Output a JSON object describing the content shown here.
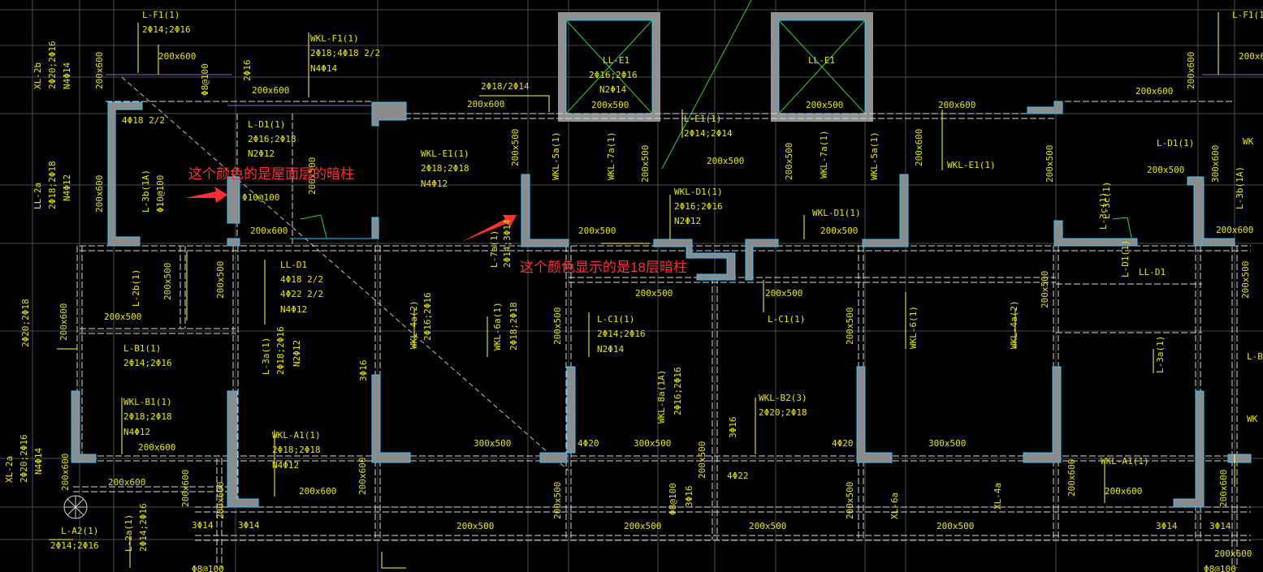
{
  "drawing": {
    "background": "#000000",
    "colors": {
      "grid": "#5a5a5a",
      "beam": "#d0d0d0",
      "beam_line": "#ffff40",
      "column": "#909090",
      "column_edge": "#2ec7ff",
      "text": "#e6e600",
      "text_orange": "#f0a020",
      "leader": "#ffff40",
      "green": "#30d030",
      "note": "#ff3030"
    }
  },
  "annotations": [
    {
      "text": "这个颜色的是屋面层的暗柱"
    },
    {
      "text": "这个颜色显示的是18层暗柱"
    }
  ],
  "labels": [
    {
      "id": "l1",
      "text": "L-F1(1)",
      "color": "text"
    },
    {
      "id": "l2",
      "text": "2Φ14;2Φ16",
      "color": "text"
    },
    {
      "id": "l3",
      "text": "200x600",
      "color": "text"
    },
    {
      "id": "l4",
      "text": "WKL-F1(1)",
      "color": "text"
    },
    {
      "id": "l5",
      "text": "2Φ18;4Φ18 2/2",
      "color": "text"
    },
    {
      "id": "l6",
      "text": "N4Φ14",
      "color": "text"
    },
    {
      "id": "l7",
      "text": "XL-2b",
      "color": "text"
    },
    {
      "id": "l8",
      "text": "2Φ20;2Φ16",
      "color": "text"
    },
    {
      "id": "l9",
      "text": "N4Φ14",
      "color": "text"
    },
    {
      "id": "l10",
      "text": "200x600",
      "color": "text"
    },
    {
      "id": "l11",
      "text": "Φ8@100",
      "color": "text"
    },
    {
      "id": "l12",
      "text": "2Φ16",
      "color": "text"
    },
    {
      "id": "l13",
      "text": "200x600",
      "color": "text"
    },
    {
      "id": "l14",
      "text": "4Φ18 2/2",
      "color": "text"
    },
    {
      "id": "l15",
      "text": "L-D1(1)",
      "color": "text"
    },
    {
      "id": "l16",
      "text": "2Φ16;2Φ18",
      "color": "text"
    },
    {
      "id": "l17",
      "text": "N2Φ12",
      "color": "text"
    },
    {
      "id": "l18",
      "text": "200x500",
      "color": "text"
    },
    {
      "id": "l19",
      "text": "2Φ18/2Φ14",
      "color": "text"
    },
    {
      "id": "l20",
      "text": "200x600",
      "color": "text"
    },
    {
      "id": "l21",
      "text": "LL-E1",
      "color": "text"
    },
    {
      "id": "l22",
      "text": "2Φ16;2Φ16",
      "color": "text"
    },
    {
      "id": "l23",
      "text": "N2Φ14",
      "color": "text"
    },
    {
      "id": "l24",
      "text": "200x500",
      "color": "text"
    },
    {
      "id": "l25",
      "text": "LL-E1",
      "color": "text"
    },
    {
      "id": "l26",
      "text": "200x500",
      "color": "text"
    },
    {
      "id": "l27",
      "text": "200x600",
      "color": "text"
    },
    {
      "id": "l28",
      "text": "L-E1(1)",
      "color": "text"
    },
    {
      "id": "l29",
      "text": "2Φ14;2Φ14",
      "color": "text"
    },
    {
      "id": "l30",
      "text": "200x500",
      "color": "text"
    },
    {
      "id": "l31",
      "text": "WKL-E1(1)",
      "color": "text"
    },
    {
      "id": "l32",
      "text": "2Φ18;2Φ18",
      "color": "text"
    },
    {
      "id": "l33",
      "text": "N4Φ12",
      "color": "text"
    },
    {
      "id": "l34",
      "text": "WKL-E1(1)",
      "color": "text"
    },
    {
      "id": "l35",
      "text": "LL-2a",
      "color": "text"
    },
    {
      "id": "l36",
      "text": "2Φ18;2Φ18",
      "color": "text"
    },
    {
      "id": "l37",
      "text": "N4Φ12",
      "color": "text"
    },
    {
      "id": "l38",
      "text": "200x600",
      "color": "text"
    },
    {
      "id": "l39",
      "text": "L-3b(1A)",
      "color": "text"
    },
    {
      "id": "l40",
      "text": "Φ10@100",
      "color": "text"
    },
    {
      "id": "l41",
      "text": "Φ10@100",
      "color": "text"
    },
    {
      "id": "l42",
      "text": "200x600",
      "color": "text"
    },
    {
      "id": "l43",
      "text": "200x500",
      "color": "text"
    },
    {
      "id": "l44",
      "text": "WKL-5a(1)",
      "color": "text"
    },
    {
      "id": "l45",
      "text": "WKL-7a(1)",
      "color": "text"
    },
    {
      "id": "l46",
      "text": "200x500",
      "color": "text"
    },
    {
      "id": "l47",
      "text": "WKL-D1(1)",
      "color": "text"
    },
    {
      "id": "l48",
      "text": "2Φ16;2Φ16",
      "color": "text"
    },
    {
      "id": "l49",
      "text": "N2Φ12",
      "color": "text"
    },
    {
      "id": "l50",
      "text": "200x500",
      "color": "text"
    },
    {
      "id": "l51",
      "text": "WKL-D1(1)",
      "color": "text"
    },
    {
      "id": "l52",
      "text": "200x500",
      "color": "text"
    },
    {
      "id": "l53",
      "text": "WKL-7a(1)",
      "color": "text"
    },
    {
      "id": "l54",
      "text": "WKL-5a(1)",
      "color": "text"
    },
    {
      "id": "l55",
      "text": "200x500",
      "color": "text"
    },
    {
      "id": "l56",
      "text": "L-D1(1)",
      "color": "text"
    },
    {
      "id": "l57",
      "text": "200x500",
      "color": "text"
    },
    {
      "id": "l58",
      "text": "200x600",
      "color": "text"
    },
    {
      "id": "l59",
      "text": "L-3c(1)",
      "color": "text"
    },
    {
      "id": "l60",
      "text": "L-7a(1)",
      "color": "text"
    },
    {
      "id": "l61",
      "text": "2Φ14;3Φ14",
      "color": "text"
    },
    {
      "id": "l62",
      "text": "LL-D1",
      "color": "text"
    },
    {
      "id": "l63",
      "text": "4Φ18 2/2",
      "color": "text"
    },
    {
      "id": "l64",
      "text": "4Φ22 2/2",
      "color": "text"
    },
    {
      "id": "l65",
      "text": "N4Φ12",
      "color": "text"
    },
    {
      "id": "l66",
      "text": "200x500",
      "color": "text"
    },
    {
      "id": "l67",
      "text": "200x500",
      "color": "text"
    },
    {
      "id": "l68",
      "text": "L-2b(1)",
      "color": "text"
    },
    {
      "id": "l69",
      "text": "2Φ20;2Φ18",
      "color": "text"
    },
    {
      "id": "l70",
      "text": "200x600",
      "color": "text"
    },
    {
      "id": "l71",
      "text": "200x500",
      "color": "text"
    },
    {
      "id": "l72",
      "text": "L-B1(1)",
      "color": "text"
    },
    {
      "id": "l73",
      "text": "2Φ14;2Φ16",
      "color": "text"
    },
    {
      "id": "l74",
      "text": "WKL-B1(1)",
      "color": "text"
    },
    {
      "id": "l75",
      "text": "2Φ18;2Φ18",
      "color": "text"
    },
    {
      "id": "l76",
      "text": "N4Φ12",
      "color": "text"
    },
    {
      "id": "l77",
      "text": "200x600",
      "color": "text"
    },
    {
      "id": "l78",
      "text": "L-3a(1)",
      "color": "text"
    },
    {
      "id": "l79",
      "text": "2Φ18;2Φ16",
      "color": "text"
    },
    {
      "id": "l80",
      "text": "N2Φ12",
      "color": "text"
    },
    {
      "id": "l81",
      "text": "WKL-A1(1)",
      "color": "text"
    },
    {
      "id": "l82",
      "text": "2Φ18;2Φ18",
      "color": "text"
    },
    {
      "id": "l83",
      "text": "N4Φ12",
      "color": "text"
    },
    {
      "id": "l84",
      "text": "200x600",
      "color": "text"
    },
    {
      "id": "l85",
      "text": "WKL-4a(2)",
      "color": "text"
    },
    {
      "id": "l86",
      "text": "2Φ16;2Φ16",
      "color": "text"
    },
    {
      "id": "l87",
      "text": "3Φ16",
      "color": "text"
    },
    {
      "id": "l88",
      "text": "WKL-6a(1)",
      "color": "text"
    },
    {
      "id": "l89",
      "text": "2Φ18;2Φ18",
      "color": "text"
    },
    {
      "id": "l90",
      "text": "200x500",
      "color": "text"
    },
    {
      "id": "l91",
      "text": "L-C1(1)",
      "color": "text"
    },
    {
      "id": "l92",
      "text": "2Φ14;2Φ16",
      "color": "text"
    },
    {
      "id": "l93",
      "text": "N2Φ14",
      "color": "text"
    },
    {
      "id": "l94",
      "text": "200x500",
      "color": "text"
    },
    {
      "id": "l95",
      "text": "WKL-8a(1A)",
      "color": "text"
    },
    {
      "id": "l96",
      "text": "2Φ16;2Φ16",
      "color": "text"
    },
    {
      "id": "l97",
      "text": "WKL-B2(3)",
      "color": "text"
    },
    {
      "id": "l98",
      "text": "2Φ20;2Φ18",
      "color": "text"
    },
    {
      "id": "l99",
      "text": "3Φ16",
      "color": "text"
    },
    {
      "id": "l100",
      "text": "L-C1(1)",
      "color": "text"
    },
    {
      "id": "l101",
      "text": "200x500",
      "color": "text"
    },
    {
      "id": "l102",
      "text": "WKL-6(1)",
      "color": "text"
    },
    {
      "id": "l103",
      "text": "WKL-4a(2)",
      "color": "text"
    },
    {
      "id": "l104",
      "text": "200x500",
      "color": "text"
    },
    {
      "id": "l105",
      "text": "300x500",
      "color": "text"
    },
    {
      "id": "l106",
      "text": "4Φ20",
      "color": "text"
    },
    {
      "id": "l107",
      "text": "300x500",
      "color": "text"
    },
    {
      "id": "l108",
      "text": "4Φ20",
      "color": "text"
    },
    {
      "id": "l109",
      "text": "300x500",
      "color": "text"
    },
    {
      "id": "l110",
      "text": "4Φ22",
      "color": "text"
    },
    {
      "id": "l111",
      "text": "200x600",
      "color": "text"
    },
    {
      "id": "l112",
      "text": "XL-2a",
      "color": "text"
    },
    {
      "id": "l113",
      "text": "2Φ20;2Φ16",
      "color": "text"
    },
    {
      "id": "l114",
      "text": "N4Φ14",
      "color": "text"
    },
    {
      "id": "l115",
      "text": "200x600",
      "color": "text"
    },
    {
      "id": "l116",
      "text": "200x600",
      "color": "text"
    },
    {
      "id": "l117",
      "text": "L-A2(1)",
      "color": "text"
    },
    {
      "id": "l118",
      "text": "2Φ14;2Φ16",
      "color": "text"
    },
    {
      "id": "l119",
      "text": "L-2a(1)",
      "color": "text"
    },
    {
      "id": "l120",
      "text": "2Φ14;2Φ16",
      "color": "text"
    },
    {
      "id": "l121",
      "text": "3Φ14",
      "color": "text"
    },
    {
      "id": "l122",
      "text": "3Φ14",
      "color": "text"
    },
    {
      "id": "l123",
      "text": "200x600",
      "color": "text"
    },
    {
      "id": "l124",
      "text": "200x600",
      "color": "text"
    },
    {
      "id": "l125",
      "text": "Φ8@100",
      "color": "text"
    },
    {
      "id": "l126",
      "text": "200x500",
      "color": "text"
    },
    {
      "id": "l127",
      "text": "200x500",
      "color": "text"
    },
    {
      "id": "l128",
      "text": "200x500",
      "color": "text"
    },
    {
      "id": "l129",
      "text": "Φ8@100",
      "color": "text"
    },
    {
      "id": "l130",
      "text": "3Φ16",
      "color": "text"
    },
    {
      "id": "l131",
      "text": "200x500",
      "color": "text"
    },
    {
      "id": "l132",
      "text": "200x500",
      "color": "text"
    },
    {
      "id": "l133",
      "text": "XL-6a",
      "color": "text"
    },
    {
      "id": "l134",
      "text": "XL-4a",
      "color": "text"
    },
    {
      "id": "l135",
      "text": "200x500",
      "color": "text"
    },
    {
      "id": "l136",
      "text": "200x500",
      "color": "text"
    },
    {
      "id": "l137",
      "text": "200x600",
      "color": "text"
    },
    {
      "id": "l138",
      "text": "WKL-A1(1)",
      "color": "text"
    },
    {
      "id": "l139",
      "text": "200x600",
      "color": "text"
    },
    {
      "id": "l140",
      "text": "200x600",
      "color": "text"
    },
    {
      "id": "l141",
      "text": "3Φ14",
      "color": "text"
    },
    {
      "id": "l142",
      "text": "3Φ14",
      "color": "text"
    },
    {
      "id": "l143",
      "text": "200x600",
      "color": "text"
    },
    {
      "id": "l144",
      "text": "Φ8@100",
      "color": "text"
    },
    {
      "id": "l145",
      "text": "L-3a(1)",
      "color": "text"
    },
    {
      "id": "l146",
      "text": "LL-D1",
      "color": "text"
    },
    {
      "id": "l147",
      "text": "200x500",
      "color": "text"
    },
    {
      "id": "l148",
      "text": "200x500",
      "color": "text"
    },
    {
      "id": "l149",
      "text": "L-D1(1)",
      "color": "text"
    },
    {
      "id": "l150",
      "text": "200x500",
      "color": "text"
    },
    {
      "id": "l151",
      "text": "200x600",
      "color": "text"
    },
    {
      "id": "l152",
      "text": "L-3c(1)",
      "color": "text"
    },
    {
      "id": "l153",
      "text": "L-3b(1A)",
      "color": "text"
    },
    {
      "id": "l154",
      "text": "300x600",
      "color": "text"
    },
    {
      "id": "l155",
      "text": "L-F1(1)",
      "color": "text"
    },
    {
      "id": "l156",
      "text": "200x600",
      "color": "text"
    },
    {
      "id": "l157",
      "text": "200x600",
      "color": "text"
    },
    {
      "id": "l158",
      "text": "L-B1",
      "color": "text"
    },
    {
      "id": "l159",
      "text": "WK",
      "color": "text"
    },
    {
      "id": "l160",
      "text": "WK",
      "color": "text"
    },
    {
      "id": "l161",
      "text": "200x500",
      "color": "text"
    },
    {
      "id": "l162",
      "text": "200x500",
      "color": "text"
    },
    {
      "id": "l163",
      "text": "200x500",
      "color": "text"
    },
    {
      "id": "l164",
      "text": "200x500",
      "color": "text"
    },
    {
      "id": "l165",
      "text": "L-A1(1)",
      "color": "text"
    },
    {
      "id": "l166",
      "text": "200x500",
      "color": "text"
    },
    {
      "id": "l167",
      "text": "200x600",
      "color": "text"
    }
  ]
}
